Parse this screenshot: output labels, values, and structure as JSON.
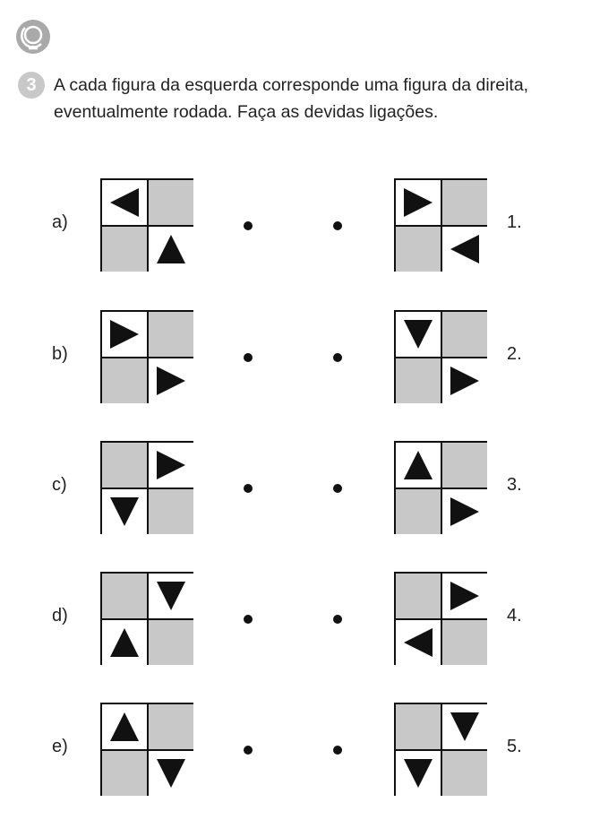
{
  "colors": {
    "shaded_cell": "#c8c8c8",
    "white_cell": "#ffffff",
    "border": "#111111",
    "triangle": "#111111",
    "badge": "#a9a9a9"
  },
  "header": {
    "icon": "globe-icon",
    "question_number": "3",
    "instruction": "A cada figura da esquerda corresponde uma figura da direita, eventualmente rodada. Faça as devidas ligações."
  },
  "rows": [
    {
      "left_label": "a)",
      "right_label": "1.",
      "left_figure": {
        "cells": [
          "white",
          "shaded",
          "shaded",
          "white"
        ],
        "triangles": {
          "tl": "left",
          "br": "up"
        }
      },
      "right_figure": {
        "cells": [
          "white",
          "shaded",
          "shaded",
          "white"
        ],
        "triangles": {
          "tl": "right",
          "br": "left"
        }
      }
    },
    {
      "left_label": "b)",
      "right_label": "2.",
      "left_figure": {
        "cells": [
          "white",
          "shaded",
          "shaded",
          "white"
        ],
        "triangles": {
          "tl": "right",
          "br": "right"
        }
      },
      "right_figure": {
        "cells": [
          "white",
          "shaded",
          "shaded",
          "white"
        ],
        "triangles": {
          "tl": "down",
          "br": "right"
        }
      }
    },
    {
      "left_label": "c)",
      "right_label": "3.",
      "left_figure": {
        "cells": [
          "shaded",
          "white",
          "white",
          "shaded"
        ],
        "triangles": {
          "tr": "right",
          "bl": "down"
        }
      },
      "right_figure": {
        "cells": [
          "white",
          "shaded",
          "shaded",
          "white"
        ],
        "triangles": {
          "tl": "up",
          "br": "right"
        }
      }
    },
    {
      "left_label": "d)",
      "right_label": "4.",
      "left_figure": {
        "cells": [
          "shaded",
          "white",
          "white",
          "shaded"
        ],
        "triangles": {
          "tr": "down",
          "bl": "up"
        }
      },
      "right_figure": {
        "cells": [
          "shaded",
          "white",
          "white",
          "shaded"
        ],
        "triangles": {
          "tr": "right",
          "bl": "left"
        }
      }
    },
    {
      "left_label": "e)",
      "right_label": "5.",
      "left_figure": {
        "cells": [
          "white",
          "shaded",
          "shaded",
          "white"
        ],
        "triangles": {
          "tl": "up",
          "br": "down"
        }
      },
      "right_figure": {
        "cells": [
          "shaded",
          "white",
          "white",
          "shaded"
        ],
        "triangles": {
          "tr": "down",
          "bl": "down"
        }
      }
    }
  ]
}
